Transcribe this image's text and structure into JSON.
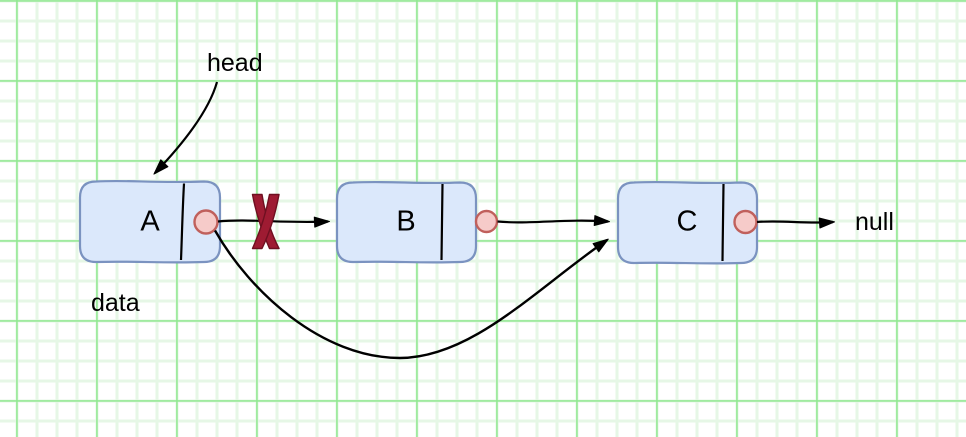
{
  "diagram": {
    "kind": "linked-list-node-deletion",
    "labels": {
      "head": "head",
      "data": "data",
      "null_terminator": "null"
    },
    "nodes": [
      {
        "id": "A",
        "label": "A"
      },
      {
        "id": "B",
        "label": "B"
      },
      {
        "id": "C",
        "label": "C"
      }
    ],
    "edges": [
      {
        "from": "head",
        "to": "A",
        "style": "straight-arrow"
      },
      {
        "from": "A",
        "to": "B",
        "style": "straight-arrow",
        "status": "deleted",
        "marker": "X"
      },
      {
        "from": "B",
        "to": "C",
        "style": "straight-arrow"
      },
      {
        "from": "C",
        "to": "null",
        "style": "straight-arrow"
      },
      {
        "from": "A",
        "to": "C",
        "style": "curved-bypass-arrow"
      }
    ],
    "colors": {
      "node_fill": "#dbe8fb",
      "node_border": "#7b93c0",
      "pointer_dot_fill": "#f6cbc9",
      "pointer_dot_border": "#c0605c",
      "delete_x": "#9e1b32",
      "delete_x_outline": "#6f1021",
      "arrow": "#000000",
      "grid_minor": "#e6f7e6",
      "grid_major": "#90e890",
      "canvas_bg": "#ffffff"
    }
  }
}
